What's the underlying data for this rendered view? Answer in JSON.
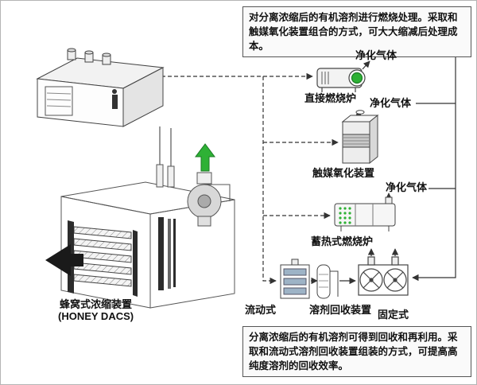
{
  "notes": {
    "top": "对分离浓缩后的有机溶剂进行燃烧处理。采取和触媒氧化装置组合的方式，可大大缩减后处理成本。",
    "bottom": "分离浓缩后的有机溶剂可得到回收和再利用。采取和流动式溶剂回收装置组装的方式，可提高高纯度溶剂的回收效率。"
  },
  "labels": {
    "purified_gas_1": "净化气体",
    "purified_gas_2": "净化气体",
    "purified_gas_3": "净化气体",
    "direct_furnace": "直接燃烧炉",
    "catalytic_oxidizer": "触媒氧化装置",
    "regenerative_furnace": "蓄热式燃烧炉",
    "fluid_type": "流动式",
    "solvent_recovery": "溶剂回收装置",
    "fixed_type": "固定式",
    "concentrator_cn": "蜂窝式浓缩装置",
    "concentrator_en": "(HONEY DACS)"
  },
  "colors": {
    "accent_green": "#2eb135",
    "line": "#3a3a3a",
    "tray_blue": "#9db3c6"
  }
}
